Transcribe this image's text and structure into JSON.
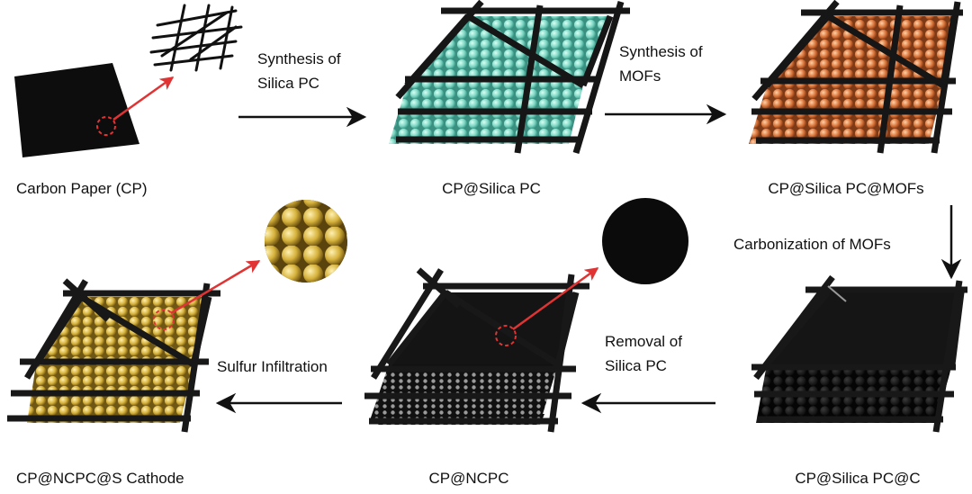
{
  "stages": {
    "cp": "Carbon Paper (CP)",
    "silica": "CP@Silica PC",
    "mofs": "CP@Silica PC@MOFs",
    "carbonized": "CP@Silica PC@C",
    "ncpc": "CP@NCPC",
    "cathode": "CP@NCPC@S Cathode"
  },
  "steps": {
    "s1_line1": "Synthesis of",
    "s1_line2": "Silica PC",
    "s2_line1": "Synthesis of",
    "s2_line2": "MOFs",
    "s3": "Carbonization of MOFs",
    "s4_line1": "Removal of",
    "s4_line2": "Silica PC",
    "s5": "Sulfur Infiltration"
  },
  "colors": {
    "background": "#ffffff",
    "carbon": "#111111",
    "silica_spheres": "#7fd7c4",
    "mof_spheres": "#d9743a",
    "sulfur_spheres": "#d6b23c",
    "highlight_arrow": "#e03434",
    "process_arrow": "#111111"
  }
}
